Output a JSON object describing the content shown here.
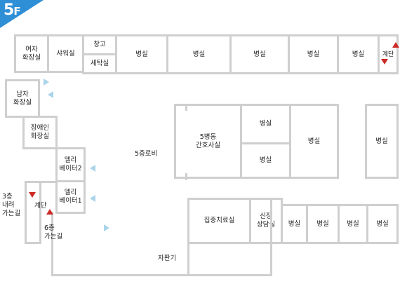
{
  "floor": {
    "number": "5",
    "suffix": "F"
  },
  "rooms": {
    "womens_restroom": "여자\n화장실",
    "shower_room": "샤워실",
    "storage": "창고",
    "laundry": "세탁실",
    "ward": "병실",
    "stairs": "계단",
    "mens_restroom": "남자\n화장실",
    "accessible_restroom": "장애인\n화장실",
    "elevator2": "엘리\n베이터2",
    "elevator1": "엘리\n베이터1",
    "lobby": "5층로비",
    "nurse_station": "5병동\n간호사실",
    "icu": "집중치료실",
    "counseling": "신장\n상담실",
    "vending": "자판기",
    "to_3f": "3층\n내려\n가는길",
    "to_6f": "6층\n가는길"
  },
  "colors": {
    "badge": "#2f8fd6",
    "wall": "#cfcfcf",
    "stair_arrow": "#cc2a24",
    "direction_marker": "#a9d4ea"
  }
}
